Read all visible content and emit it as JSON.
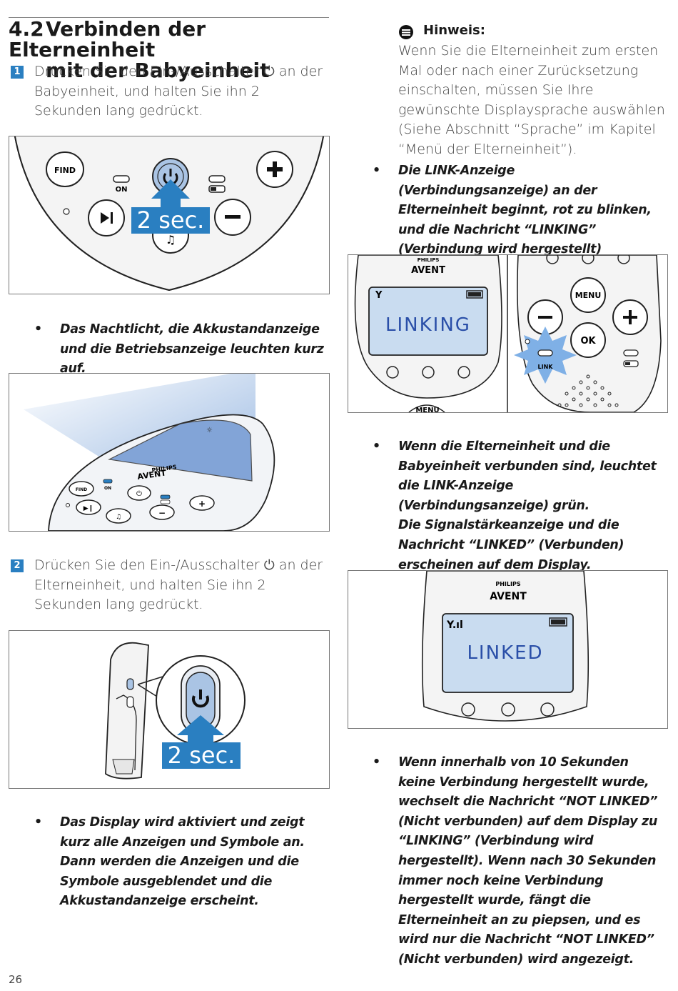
{
  "section": {
    "number": "4.2",
    "title_line1": "Verbinden der Elterneinheit",
    "title_line2": "mit der Babyeinheit"
  },
  "step1": {
    "badge": "1",
    "text": "Drücken Sie den Ein-/Ausschalter ⏻ an der Babyeinheit, und halten Sie ihn 2 Sekunden lang gedrückt."
  },
  "figure1": {
    "find": "FIND",
    "on": "ON",
    "arrow_label": "2 sec."
  },
  "bullet1": {
    "dot": "•",
    "text": "Das Nachtlicht, die Akkustandanzeige und die Betriebsanzeige leuchten kurz auf."
  },
  "figure2": {
    "brand_top": "PHILIPS",
    "brand_logo": "AVENT",
    "find": "FIND",
    "on": "ON"
  },
  "step2": {
    "badge": "2",
    "text": "Drücken Sie den Ein-/Ausschalter ⏻ an der Elterneinheit, und halten Sie ihn 2 Sekunden lang gedrückt."
  },
  "figure3": {
    "arrow_label": "2 sec."
  },
  "bullet2": {
    "dot": "•",
    "text": "Das Display wird aktiviert und zeigt kurz alle Anzeigen und Symbole an. Dann werden die Anzeigen und die Symbole ausgeblendet und die Akkustandanzeige erscheint."
  },
  "note": {
    "title": "Hinweis:",
    "text": "Wenn Sie die Elterneinheit zum ersten Mal oder nach einer Zurücksetzung einschalten, müssen Sie Ihre gewünschte Displaysprache auswählen (Siehe Abschnitt “Sprache” im Kapitel “Menü der Elterneinheit”)."
  },
  "bullet3": {
    "dot": "•",
    "text": "Die LINK-Anzeige (Verbindungsanzeige) an der Elterneinheit beginnt, rot zu blinken, und die Nachricht “LINKING” (Verbindung wird hergestellt) erscheint auf dem Display."
  },
  "figure4": {
    "brand_top": "PHILIPS",
    "brand_logo": "AVENT",
    "screen": "LINKING",
    "menu": "MENU",
    "ok": "OK",
    "link": "LINK"
  },
  "bullet4": {
    "dot": "•",
    "text_a": "Wenn die Elterneinheit und die Babyeinheit verbunden sind, leuchtet die LINK-Anzeige (Verbindungsanzeige) grün.",
    "text_b": "Die Signalstärkeanzeige und die Nachricht “LINKED” (Verbunden) erscheinen auf dem Display."
  },
  "figure5": {
    "brand_top": "PHILIPS",
    "brand_logo": "AVENT",
    "screen": "LINKED"
  },
  "bullet5": {
    "dot": "•",
    "text": "Wenn innerhalb von 10 Sekunden keine Verbindung hergestellt wurde, wechselt die Nachricht “NOT LINKED” (Nicht verbunden) auf dem Display zu “LINKING” (Verbindung wird hergestellt). Wenn nach 30 Sekunden immer noch keine Verbindung hergestellt wurde, fängt die Elterneinheit an zu piepsen, und es wird nur die Nachricht “NOT LINKED” (Nicht verbunden) wird angezeigt."
  },
  "page_number": "26",
  "colors": {
    "accent": "#2a7fc1",
    "screen": "#c9dcf0"
  }
}
